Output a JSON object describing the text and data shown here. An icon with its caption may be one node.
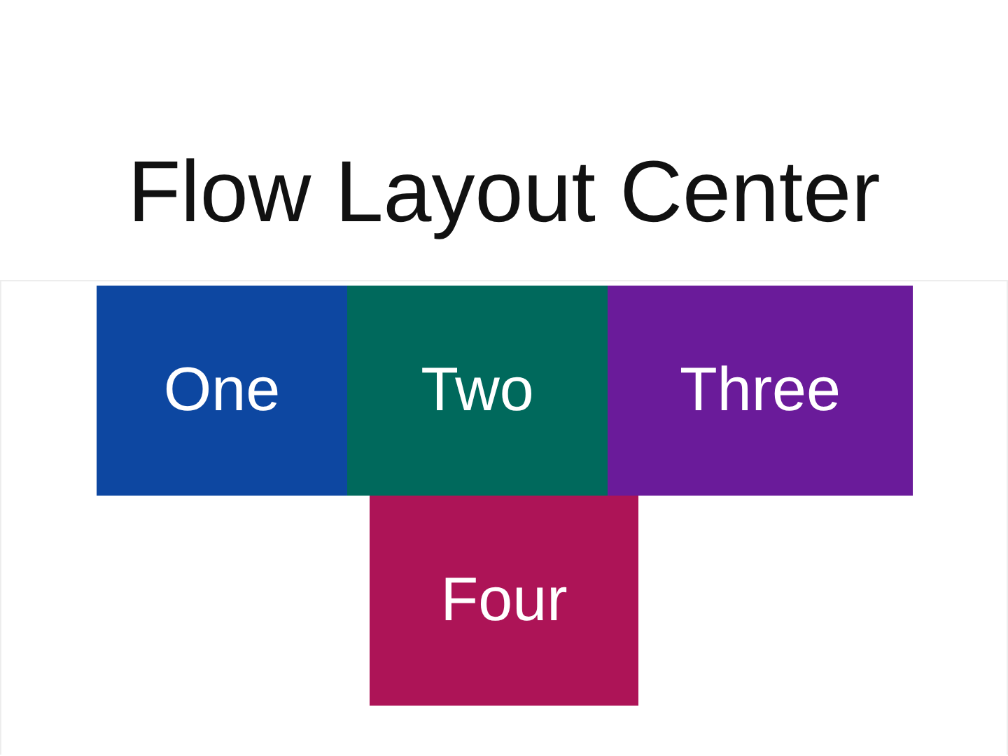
{
  "diagram": {
    "title": "Flow Layout Center",
    "nodes": [
      {
        "text": [
          "One"
        ]
      },
      {
        "text": [
          "Two"
        ]
      },
      {
        "text": [
          "Three"
        ]
      },
      {
        "text": [
          "Four"
        ]
      }
    ]
  }
}
